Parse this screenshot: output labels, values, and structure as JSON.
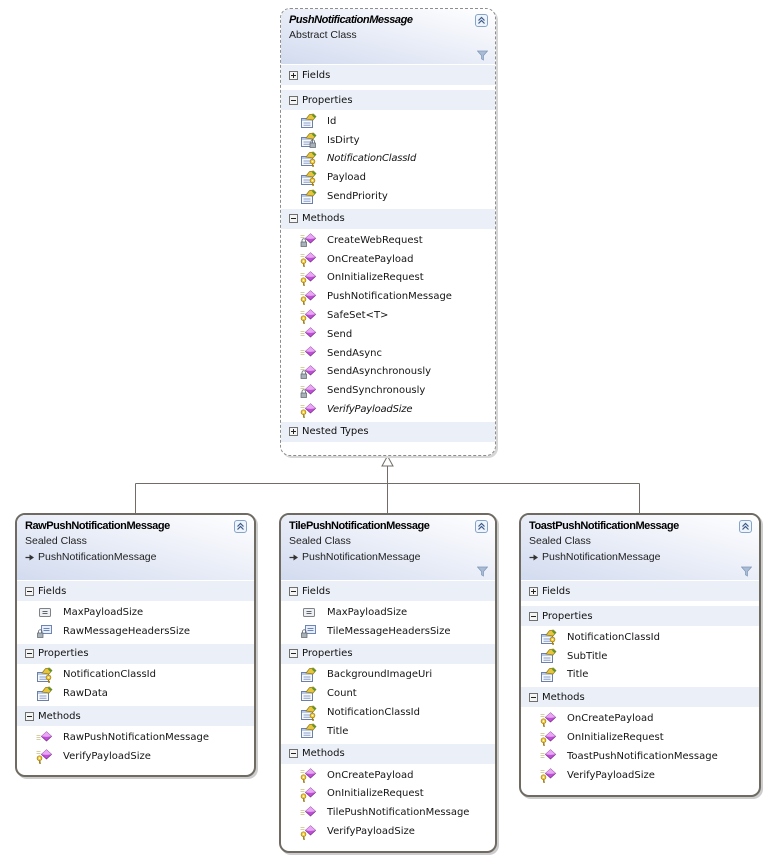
{
  "diagram": {
    "type": "class-diagram",
    "classes": [
      {
        "name": "PushNotificationMessage",
        "kind": "Abstract Class",
        "abstract": true,
        "base": null,
        "filter_visible": true,
        "sections": [
          {
            "label": "Fields",
            "expanded": false,
            "members": []
          },
          {
            "label": "Properties",
            "expanded": true,
            "members": [
              {
                "name": "Id",
                "icon": "property-public"
              },
              {
                "name": "IsDirty",
                "icon": "property-private"
              },
              {
                "name": "NotificationClassId",
                "icon": "property-protected",
                "abstract": true
              },
              {
                "name": "Payload",
                "icon": "property-protected"
              },
              {
                "name": "SendPriority",
                "icon": "property-public"
              }
            ]
          },
          {
            "label": "Methods",
            "expanded": true,
            "members": [
              {
                "name": "CreateWebRequest",
                "icon": "method-private"
              },
              {
                "name": "OnCreatePayload",
                "icon": "method-protected"
              },
              {
                "name": "OnInitializeRequest",
                "icon": "method-protected"
              },
              {
                "name": "PushNotificationMessage",
                "icon": "method-protected"
              },
              {
                "name": "SafeSet<T>",
                "icon": "method-protected"
              },
              {
                "name": "Send",
                "icon": "method-public"
              },
              {
                "name": "SendAsync",
                "icon": "method-public"
              },
              {
                "name": "SendAsynchronously",
                "icon": "method-private"
              },
              {
                "name": "SendSynchronously",
                "icon": "method-private"
              },
              {
                "name": "VerifyPayloadSize",
                "icon": "method-protected",
                "abstract": true
              }
            ]
          },
          {
            "label": "Nested Types",
            "expanded": false,
            "members": []
          }
        ]
      },
      {
        "name": "RawPushNotificationMessage",
        "kind": "Sealed Class",
        "abstract": false,
        "base": "PushNotificationMessage",
        "filter_visible": false,
        "sections": [
          {
            "label": "Fields",
            "expanded": true,
            "members": [
              {
                "name": "MaxPayloadSize",
                "icon": "constant-public"
              },
              {
                "name": "RawMessageHeadersSize",
                "icon": "constant-private"
              }
            ]
          },
          {
            "label": "Properties",
            "expanded": true,
            "members": [
              {
                "name": "NotificationClassId",
                "icon": "property-protected"
              },
              {
                "name": "RawData",
                "icon": "property-public"
              }
            ]
          },
          {
            "label": "Methods",
            "expanded": true,
            "members": [
              {
                "name": "RawPushNotificationMessage",
                "icon": "method-public"
              },
              {
                "name": "VerifyPayloadSize",
                "icon": "method-protected"
              }
            ]
          }
        ]
      },
      {
        "name": "TilePushNotificationMessage",
        "kind": "Sealed Class",
        "abstract": false,
        "base": "PushNotificationMessage",
        "filter_visible": true,
        "sections": [
          {
            "label": "Fields",
            "expanded": true,
            "members": [
              {
                "name": "MaxPayloadSize",
                "icon": "constant-public"
              },
              {
                "name": "TileMessageHeadersSize",
                "icon": "constant-private"
              }
            ]
          },
          {
            "label": "Properties",
            "expanded": true,
            "members": [
              {
                "name": "BackgroundImageUri",
                "icon": "property-public"
              },
              {
                "name": "Count",
                "icon": "property-public"
              },
              {
                "name": "NotificationClassId",
                "icon": "property-protected"
              },
              {
                "name": "Title",
                "icon": "property-public"
              }
            ]
          },
          {
            "label": "Methods",
            "expanded": true,
            "members": [
              {
                "name": "OnCreatePayload",
                "icon": "method-protected"
              },
              {
                "name": "OnInitializeRequest",
                "icon": "method-protected"
              },
              {
                "name": "TilePushNotificationMessage",
                "icon": "method-public"
              },
              {
                "name": "VerifyPayloadSize",
                "icon": "method-protected"
              }
            ]
          }
        ]
      },
      {
        "name": "ToastPushNotificationMessage",
        "kind": "Sealed Class",
        "abstract": false,
        "base": "PushNotificationMessage",
        "filter_visible": true,
        "sections": [
          {
            "label": "Fields",
            "expanded": false,
            "members": []
          },
          {
            "label": "Properties",
            "expanded": true,
            "members": [
              {
                "name": "NotificationClassId",
                "icon": "property-protected"
              },
              {
                "name": "SubTitle",
                "icon": "property-public"
              },
              {
                "name": "Title",
                "icon": "property-public"
              }
            ]
          },
          {
            "label": "Methods",
            "expanded": true,
            "members": [
              {
                "name": "OnCreatePayload",
                "icon": "method-protected"
              },
              {
                "name": "OnInitializeRequest",
                "icon": "method-protected"
              },
              {
                "name": "ToastPushNotificationMessage",
                "icon": "method-public"
              },
              {
                "name": "VerifyPayloadSize",
                "icon": "method-protected"
              }
            ]
          }
        ]
      }
    ],
    "inheritance": [
      {
        "derived": "RawPushNotificationMessage",
        "base": "PushNotificationMessage"
      },
      {
        "derived": "TilePushNotificationMessage",
        "base": "PushNotificationMessage"
      },
      {
        "derived": "ToastPushNotificationMessage",
        "base": "PushNotificationMessage"
      }
    ],
    "colors": {
      "sealed_border": "#6f6b63",
      "section_band": "#ebeff7",
      "method_purple": "#bf4fd6",
      "connector": "#716d66"
    }
  }
}
